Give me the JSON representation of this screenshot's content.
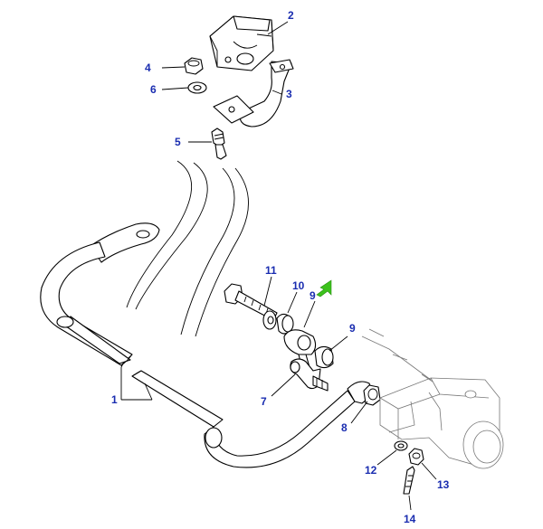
{
  "callouts": {
    "c1": "1",
    "c2": "2",
    "c3": "3",
    "c4": "4",
    "c5": "5",
    "c6": "6",
    "c7": "7",
    "c8": "8",
    "c9a": "9",
    "c9b": "9",
    "c10": "10",
    "c11": "11",
    "c12": "12",
    "c13": "13",
    "c14": "14"
  },
  "colors": {
    "callout_text": "#1a2db0",
    "highlight_arrow": "#3cc21c",
    "line": "#000000"
  },
  "icons": {
    "highlight": "green-arrow-icon"
  }
}
